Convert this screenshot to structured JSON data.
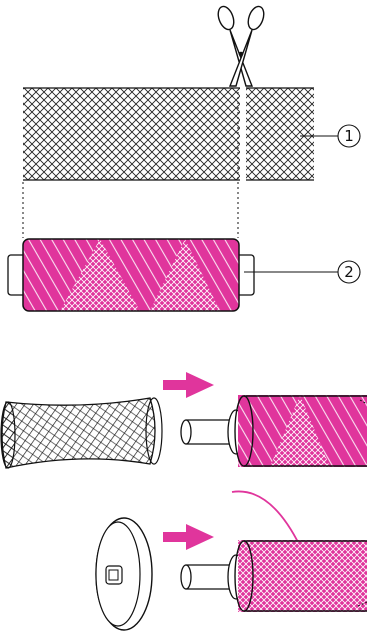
{
  "callouts": [
    {
      "label": "1",
      "part": "thread-net"
    },
    {
      "label": "2",
      "part": "thread-spool"
    }
  ],
  "steps": [
    {
      "description_id": "cut-net"
    },
    {
      "description_id": "slide-net-over-spool"
    },
    {
      "description_id": "attach-spool-cap"
    }
  ],
  "colors": {
    "thread": "#e0359c",
    "thread_dark": "#c4197f",
    "arrow": "#e0359c",
    "outline": "#111111",
    "net": "#222222"
  },
  "icons": [
    "scissors-icon",
    "arrow-right-icon",
    "arrow-right-icon"
  ]
}
